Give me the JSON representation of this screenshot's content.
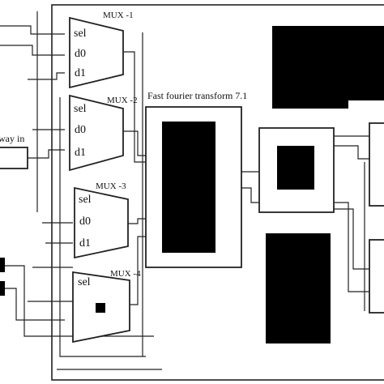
{
  "mux": [
    {
      "name": "MUX -1",
      "sel": "sel",
      "d0": "d0",
      "d1": "d1"
    },
    {
      "name": "MUX -2",
      "sel": "sel",
      "d0": "d0",
      "d1": "d1"
    },
    {
      "name": "MUX -3",
      "sel": "sel",
      "d0": "d0",
      "d1": "d1"
    },
    {
      "name": "MUX -4",
      "sel": "sel"
    }
  ],
  "fft": {
    "title": "Fast fourier transform 7.1"
  },
  "input": {
    "label": "way in"
  },
  "colors": {
    "line": "#222222",
    "fill": "#000000",
    "background": "#ffffff"
  }
}
